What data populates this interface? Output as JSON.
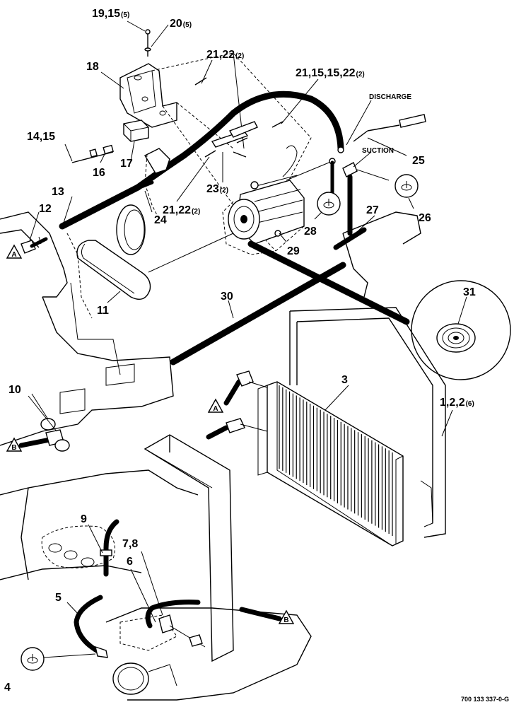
{
  "callouts": {
    "c19_15": "19,15",
    "c19_15_qty": "(5)",
    "c20": "20",
    "c20_qty": "(5)",
    "c21_22_top": "21,22",
    "c21_22_top_qty": "(2)",
    "c18": "18",
    "c21_15_15_22": "21,15,15,22",
    "c21_15_15_22_qty": "(2)",
    "c14_15": "14,15",
    "c17": "17",
    "c16": "16",
    "c13": "13",
    "c12": "12",
    "c23": "23",
    "c23_qty": "(2)",
    "c21_22_mid": "21,22",
    "c21_22_mid_qty": "(2)",
    "c24": "24",
    "c25": "25",
    "c26": "26",
    "c27": "27",
    "c28": "28",
    "c29": "29",
    "c11": "11",
    "c30": "30",
    "c31": "31",
    "c10": "10",
    "c3": "3",
    "c1_2_2": "1,2,2",
    "c1_2_2_qty": "(6)",
    "c9": "9",
    "c7_8": "7,8",
    "c6": "6",
    "c5": "5",
    "c4": "4"
  },
  "tags": {
    "discharge": "DISCHARGE",
    "suction": "SUCTION"
  },
  "connectors": {
    "a": "A",
    "b": "B"
  },
  "figure_id": "700 133 337-0-G"
}
